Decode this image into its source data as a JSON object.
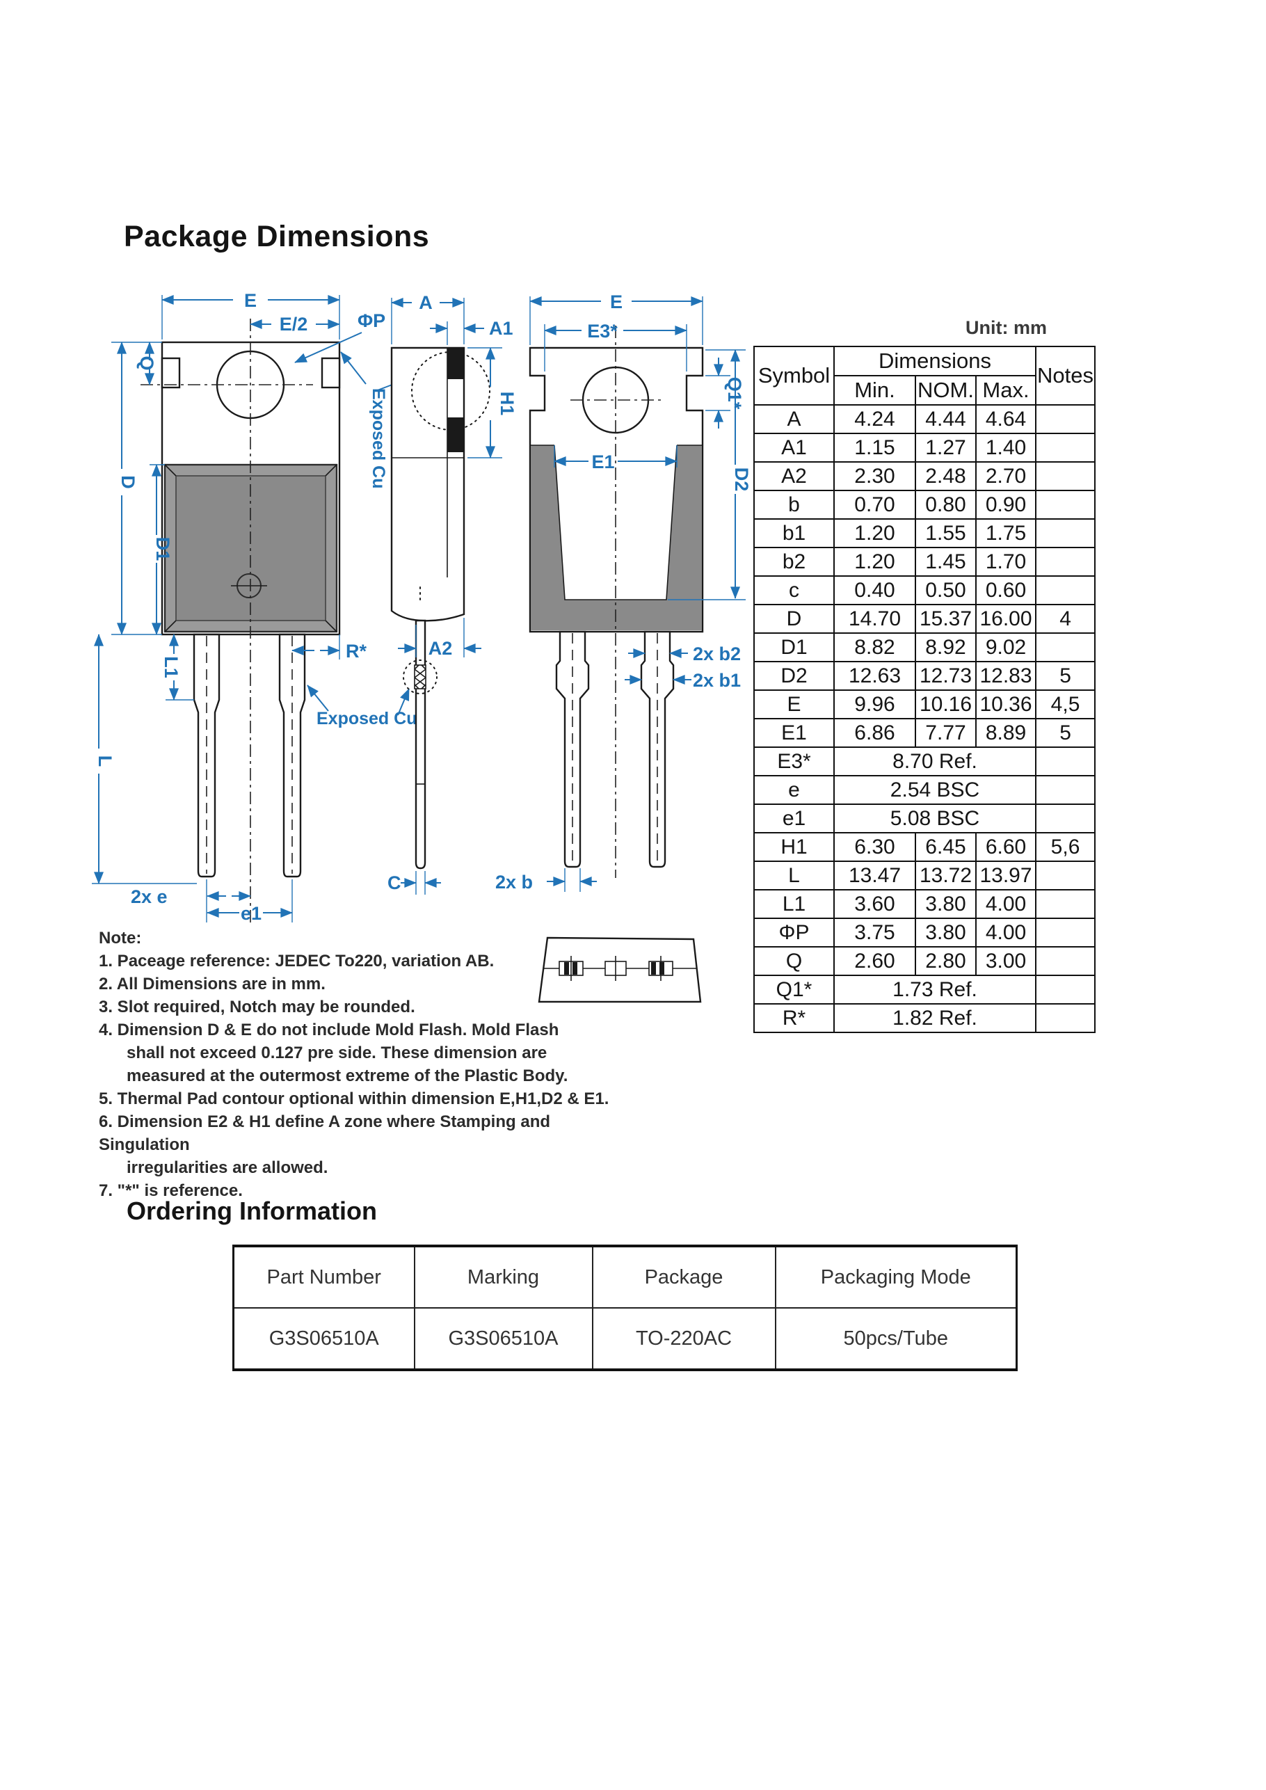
{
  "page": {
    "title": "Package Dimensions",
    "unit_label": "Unit: mm",
    "ordering_title": "Ordering Information"
  },
  "dim_table": {
    "header": {
      "symbol": "Symbol",
      "dimensions": "Dimensions",
      "min": "Min.",
      "nom": "NOM.",
      "max": "Max.",
      "notes": "Notes"
    },
    "rows": [
      {
        "sym": "A",
        "min": "4.24",
        "nom": "4.44",
        "max": "4.64",
        "note": ""
      },
      {
        "sym": "A1",
        "min": "1.15",
        "nom": "1.27",
        "max": "1.40",
        "note": ""
      },
      {
        "sym": "A2",
        "min": "2.30",
        "nom": "2.48",
        "max": "2.70",
        "note": ""
      },
      {
        "sym": "b",
        "min": "0.70",
        "nom": "0.80",
        "max": "0.90",
        "note": ""
      },
      {
        "sym": "b1",
        "min": "1.20",
        "nom": "1.55",
        "max": "1.75",
        "note": ""
      },
      {
        "sym": "b2",
        "min": "1.20",
        "nom": "1.45",
        "max": "1.70",
        "note": ""
      },
      {
        "sym": "c",
        "min": "0.40",
        "nom": "0.50",
        "max": "0.60",
        "note": ""
      },
      {
        "sym": "D",
        "min": "14.70",
        "nom": "15.37",
        "max": "16.00",
        "note": "4"
      },
      {
        "sym": "D1",
        "min": "8.82",
        "nom": "8.92",
        "max": "9.02",
        "note": ""
      },
      {
        "sym": "D2",
        "min": "12.63",
        "nom": "12.73",
        "max": "12.83",
        "note": "5"
      },
      {
        "sym": "E",
        "min": "9.96",
        "nom": "10.16",
        "max": "10.36",
        "note": "4,5"
      },
      {
        "sym": "E1",
        "min": "6.86",
        "nom": "7.77",
        "max": "8.89",
        "note": "5"
      },
      {
        "sym": "E3*",
        "value": "8.70 Ref.",
        "note": ""
      },
      {
        "sym": "e",
        "value": "2.54 BSC",
        "note": ""
      },
      {
        "sym": "e1",
        "value": "5.08 BSC",
        "note": ""
      },
      {
        "sym": "H1",
        "min": "6.30",
        "nom": "6.45",
        "max": "6.60",
        "note": "5,6"
      },
      {
        "sym": "L",
        "min": "13.47",
        "nom": "13.72",
        "max": "13.97",
        "note": ""
      },
      {
        "sym": "L1",
        "min": "3.60",
        "nom": "3.80",
        "max": "4.00",
        "note": ""
      },
      {
        "sym": "ΦP",
        "min": "3.75",
        "nom": "3.80",
        "max": "4.00",
        "note": ""
      },
      {
        "sym": "Q",
        "min": "2.60",
        "nom": "2.80",
        "max": "3.00",
        "note": ""
      },
      {
        "sym": "Q1*",
        "value": "1.73 Ref.",
        "note": ""
      },
      {
        "sym": "R*",
        "value": "1.82 Ref.",
        "note": ""
      }
    ]
  },
  "notes": {
    "title": "Note:",
    "lines": [
      "1.  Paceage reference: JEDEC To220, variation AB.",
      "2.  All Dimensions are in mm.",
      "3.  Slot required, Notch may be rounded.",
      "4.  Dimension D & E do not include Mold Flash. Mold Flash",
      "shall not exceed 0.127 pre side. These dimension are",
      "measured at the outermost extreme of the Plastic Body.",
      "5.  Thermal Pad contour optional within dimension E,H1,D2 & E1.",
      "6.  Dimension E2 & H1 define A zone where Stamping and Singulation",
      "irregularities are allowed.",
      "7.  \"*\" is reference."
    ]
  },
  "ordering_table": {
    "headers": [
      "Part Number",
      "Marking",
      "Package",
      "Packaging Mode"
    ],
    "row": [
      "G3S06510A",
      "G3S06510A",
      "TO-220AC",
      "50pcs/Tube"
    ]
  },
  "drawing": {
    "labels": {
      "e_front": "E",
      "e_half": "E/2",
      "phi_p": "ΦP",
      "q": "Q",
      "d": "D",
      "d1": "D1",
      "l1": "L1",
      "l": "L",
      "r_star": "R*",
      "exposed_cu_1": "Exposed Cu",
      "exposed_cu_2": "Exposed Cu",
      "two_x_e": "2x  e",
      "e1": "e1",
      "a": "A",
      "a1": "A1",
      "h1": "H1",
      "a2": "A2",
      "c": "C",
      "e_rear": "E",
      "e3": "E3*",
      "q1": "Q1*",
      "e1_rear": "E1",
      "d2": "D2",
      "two_x_b2": "2x b2",
      "two_x_b1": "2x b1",
      "two_x_b": "2x b"
    }
  }
}
